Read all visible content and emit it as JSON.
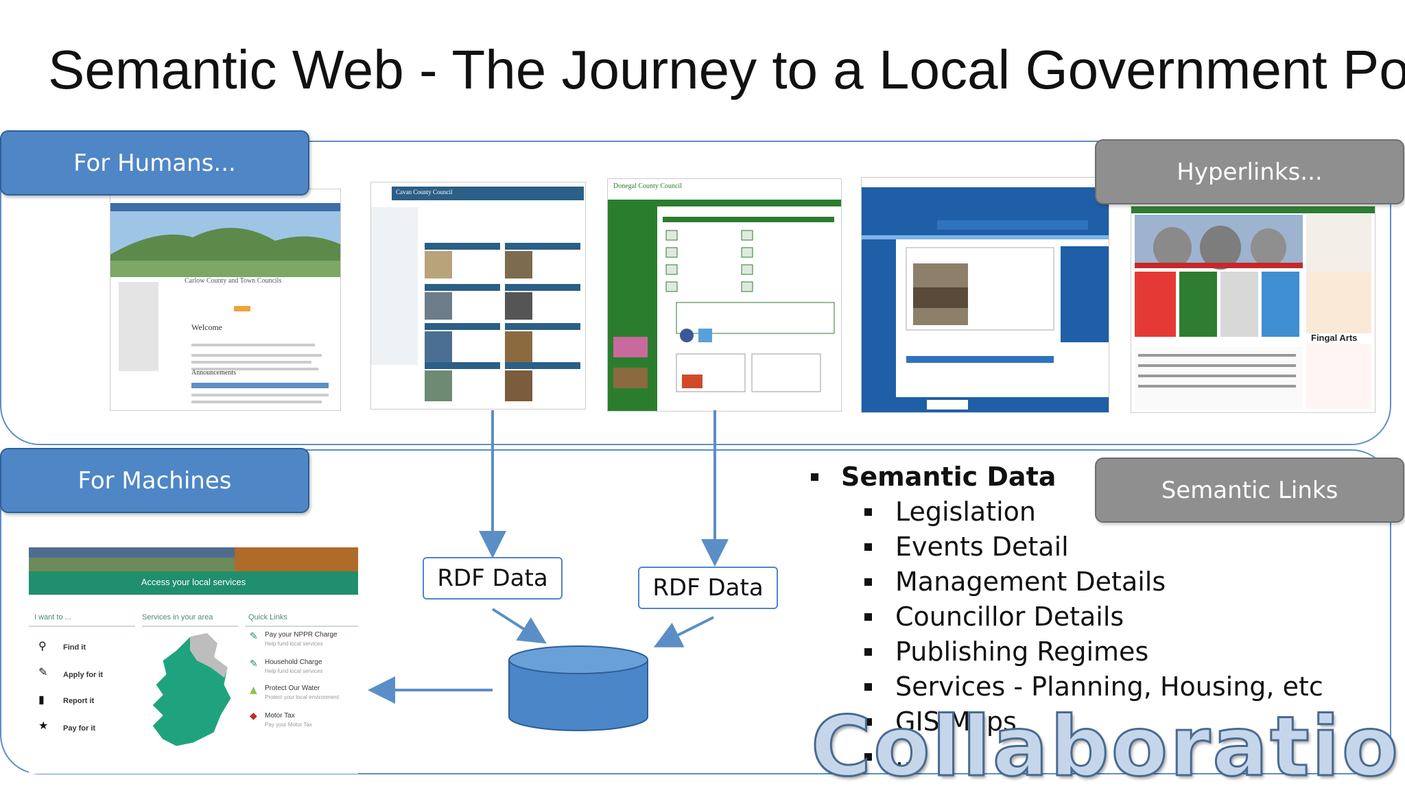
{
  "slide": {
    "title": "Semantic Web - The Journey to a Local Government Portal"
  },
  "tabs": {
    "humans": "For Humans...",
    "machines": "For Machines",
    "hyperlinks": "Hyperlinks...",
    "semantic_links": "Semantic Links"
  },
  "rdf_boxes": [
    "RDF Data",
    "RDF Data"
  ],
  "portal": {
    "banner_text": "Access your local services",
    "columns": [
      "I want to ...",
      "Services in your area",
      "Quick Links"
    ],
    "actions": [
      "Find it",
      "Apply for it",
      "Report it",
      "Pay for it"
    ],
    "quick_links": [
      {
        "title": "Pay your NPPR Charge",
        "sub": "Help fund local services"
      },
      {
        "title": "Household Charge",
        "sub": "Help fund local services"
      },
      {
        "title": "Protect Our Water",
        "sub": "Protect your local environment"
      },
      {
        "title": "Motor Tax",
        "sub": "Pay your Motor Tax"
      }
    ]
  },
  "screenshots": {
    "carlow_heading": "Carlow County and Town Councils",
    "carlow_welcome": "Welcome",
    "carlow_announcements": "Announcements",
    "cavan_name": "Cavan County Council",
    "donegal_name": "Donegal County Council",
    "fingal_arts": "Fingal Arts"
  },
  "semantic_data": {
    "heading": "Semantic Data",
    "items": [
      "Legislation",
      "Events Detail",
      "Management Details",
      "Councillor Details",
      "Publishing Regimes",
      "Services - Planning, Housing, etc",
      "GIS Maps",
      "..."
    ]
  },
  "overlay_word": "Collaboration",
  "colors": {
    "panel_border": "#5b8ec7",
    "blue_tab": "#4f86c6",
    "grey_tab": "#8f8f8f",
    "arrow": "#5b8ec7",
    "portal_green": "#1f8f6e"
  }
}
